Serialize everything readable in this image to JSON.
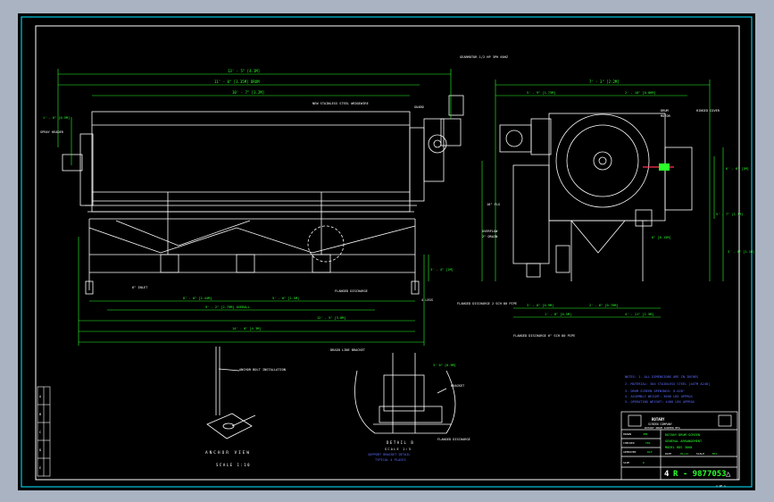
{
  "drawing": {
    "number": "4R-9877053",
    "number_prefix": "4",
    "number_main": "R - 9877053",
    "revision_symbol": "△",
    "sheet_label": "1 OF 1"
  },
  "views": {
    "front": {
      "dims_top": [
        "13' - 5\" [4.1M]",
        "11' - 0\" [3.35M] DRUM",
        "10' - 7\" [3.2M]"
      ],
      "dim_left": "1' - 6\" [0.5M]",
      "callout_drum": "NEW STAINLESS STEEL WEDGEWIRE",
      "callout_guard": "GUARD",
      "callout_gearmotor": "GEARMOTOR 1/2 HP 3PH 60HZ",
      "callout_spray": "SPRAY HEADER",
      "dims_bottom": [
        "8' - 0\" [2.44M]",
        "5' - 0\" [1.5M]",
        "9' - 2\" [2.79M] OVERALL",
        "12' - 5\" [3.8M]",
        "14' - 0\" [4.3M]"
      ],
      "label_flange": "FLANGED DISCHARGE",
      "label_feet": "4 LEGS",
      "label_inlet": "6\" INLET",
      "dim_height": "3' - 4\" [1M]"
    },
    "side": {
      "dims_top": [
        "7' - 3\" [2.2M]",
        "5' - 9\" [1.75M]",
        "2' - 10\" [0.86M]"
      ],
      "callout_drum": "DRUM",
      "callout_motor": "MOTOR",
      "callout_cover": "HINGED COVER",
      "callout_inlet": "10\" FLG",
      "callout_overflow": "OVERFLOW",
      "callout_drain": "2\" DRAIN",
      "label_flanged": "FLANGED DISCHARGE 2 SCH 80 PIPE",
      "label_outlet": "FLANGED DISCHARGE 6\" SCH 80 PIPE",
      "dims_right": [
        "6' - 6\" [2M]",
        "5' - 7\" [1.7M]",
        "3' - 8\" [1.1M]",
        "6\" [0.15M]"
      ],
      "dims_bottom": [
        "3' - 0\" [0.9M]",
        "2' - 6\" [0.76M]",
        "1' - 8\" [0.5M]",
        "4' - 11\" [1.5M]"
      ]
    },
    "detail_a": {
      "callout": "ANCHOR BOLT INSTALLATION",
      "title": "ANCHOR VIEW",
      "scale": "SCALE 1:10"
    },
    "detail_b": {
      "callout_top": "DRAIN LINE BRACKET",
      "callout_right": "BRACKET",
      "callout_flange": "FLANGED DISCHARGE",
      "dim": "3' 0\" [0.9M]",
      "title": "DETAIL B",
      "scale": "SCALE 1:5",
      "note1": "SUPPORT BRACKET DETAIL",
      "note2": "TYPICAL 4 PLACES"
    }
  },
  "notes": [
    "NOTES: 1. ALL DIMENSIONS ARE IN INCHES",
    "2. MATERIAL: 304 STAINLESS STEEL [ASTM A240]",
    "3. DRUM SCREEN OPENINGS: 0.020\"",
    "4. ASSEMBLY WEIGHT: 3600 LBS APPROX",
    "5. OPERATING WEIGHT: 4400 LBS APPROX"
  ],
  "title_block": {
    "company_line1": "ROTARY",
    "company_line2": "SCREEN COMPANY",
    "company_line3": "ROTARY DRUM SCREEN MFG",
    "title_line1": "ROTARY DRUM SCREEN",
    "title_line2": "GENERAL ARRANGEMENT",
    "title_line3": "MODEL RDS 3660",
    "field_labels": [
      "DRAWN",
      "CHECKED",
      "APPROVED",
      "DATE",
      "SCALE",
      "SIZE"
    ],
    "field_values": [
      "JMK",
      "TRS",
      "RLP",
      "01/12",
      "NTS",
      "D"
    ]
  },
  "revision_table": {
    "rows": [
      "A",
      "B",
      "C",
      "D",
      "E"
    ]
  },
  "colors": {
    "line": "#ffffff",
    "dimension": "#2aff2a",
    "frame": "#00c8e0",
    "note": "#5c6bff",
    "accent": "#ff3050",
    "viewport_bg": "#000000",
    "app_bg": "#a9b3c2"
  }
}
